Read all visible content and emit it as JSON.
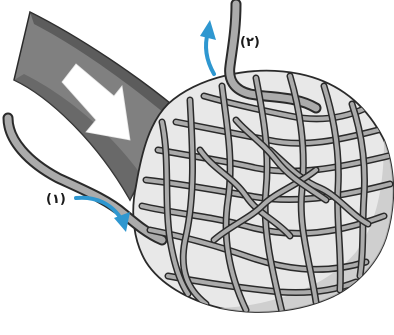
{
  "labels": {
    "inflow_vessel": "(١)",
    "outflow_vessel": "(٢)"
  },
  "colors": {
    "flow_arrow": "#2e97d0",
    "duct": "#808080",
    "duct_dark": "#4a4a4a",
    "sac": "#e8e8e8",
    "vessel_fill": "#ababab",
    "outline": "#2a2a2a",
    "direction_arrow": "#ffffff"
  },
  "icons": {
    "inflow_arrow": "curved-arrow-down-right",
    "outflow_arrow": "curved-arrow-up",
    "airflow_arrow": "thick-arrow-down-right"
  }
}
